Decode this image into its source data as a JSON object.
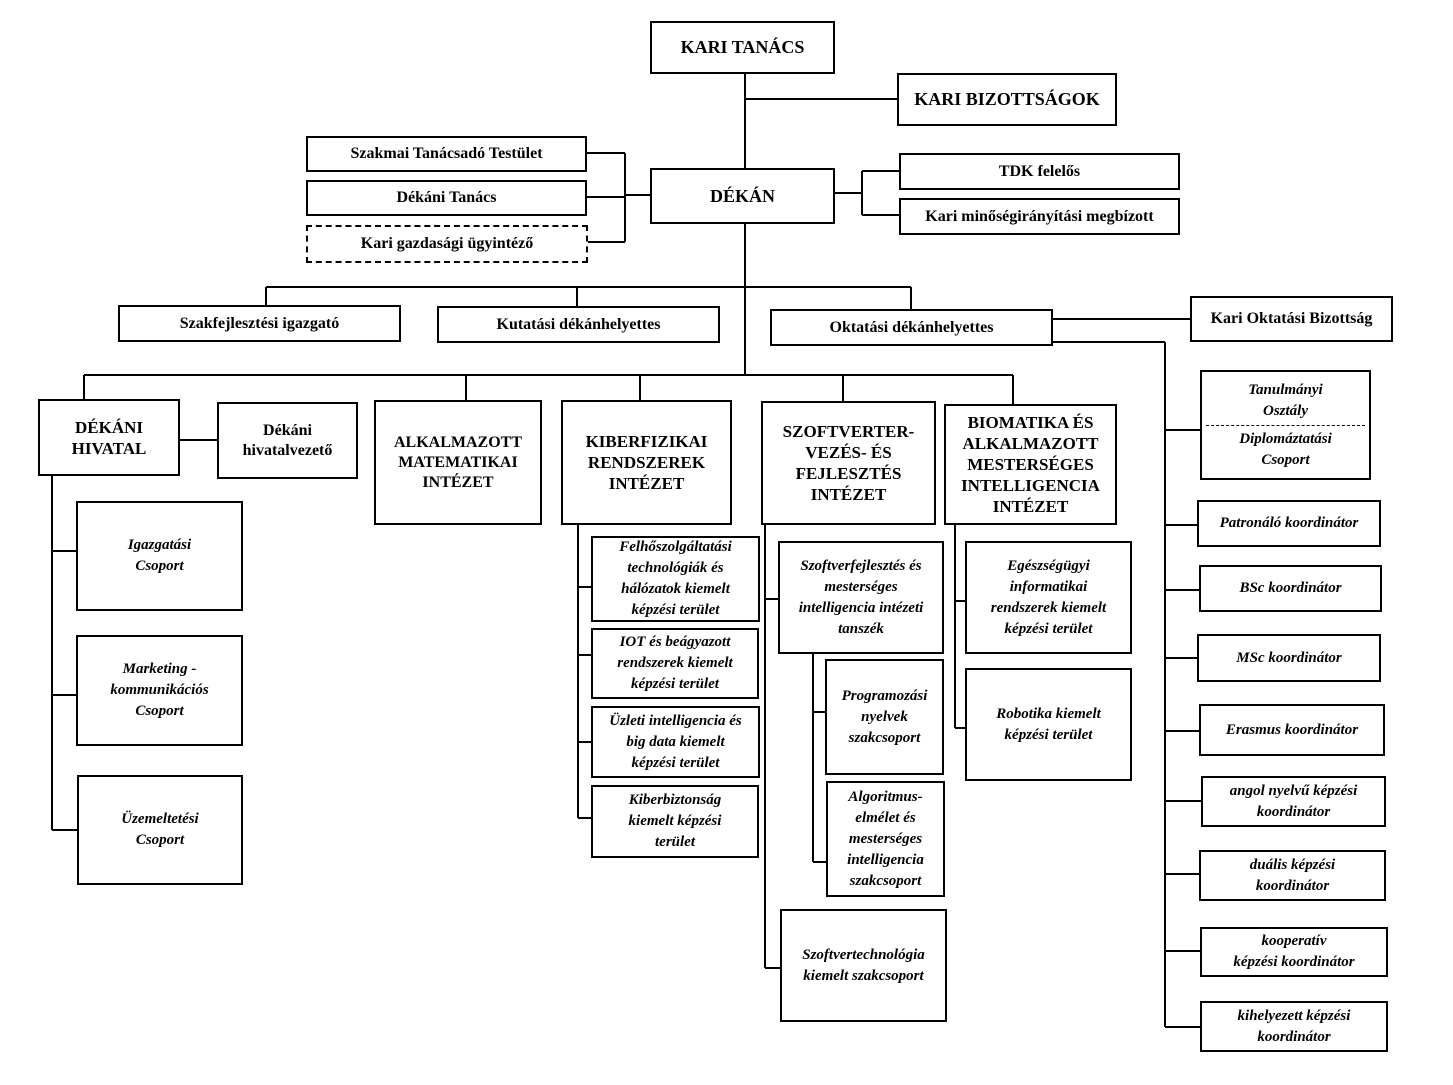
{
  "top": {
    "kari_tanacs": "KARI TANÁCS",
    "kari_bizottsagok": "KARI BIZOTTSÁGOK",
    "dekan": "DÉKÁN",
    "szakmai_tanacsado": "Szakmai Tanácsadó Testület",
    "dekani_tanacs": "Dékáni Tanács",
    "gazdasagi_ugyintezo": "Kari gazdasági ügyintéző",
    "tdk": "TDK felelős",
    "minoseg": "Kari minőségirányítási megbízott"
  },
  "deputies": {
    "szakfejlesztesi": "Szakfejlesztési igazgató",
    "kutatasi": "Kutatási dékánhelyettes",
    "oktatasi": "Oktatási dékánhelyettes",
    "oktatasi_bizottsag": "Kari Oktatási Bizottság"
  },
  "dekani_hivatal": {
    "title": "DÉKÁNI\nHIVATAL",
    "vezeto": "Dékáni\nhivatalvezető",
    "groups": [
      "Igazgatási\nCsoport",
      "Marketing -\nkommunikációs\nCsoport",
      "Üzemeltetési\nCsoport"
    ]
  },
  "institutes": {
    "alkalmazott_matematikai": "ALKALMAZOTT\nMATEMATIKAI\nINTÉZET",
    "kiberfizikai": "KIBERFIZIKAI\nRENDSZEREK\nINTÉZET",
    "szoftver": "SZOFTVERTER-\nVEZÉS- ÉS\nFEJLESZTÉS\nINTÉZET",
    "biomatika": "BIOMATIKA ÉS\nALKALMAZOTT\nMESTERSÉGES\nINTELLIGENCIA\nINTÉZET"
  },
  "kiberfizikai_units": [
    "Felhőszolgáltatási\ntechnológiák és\nhálózatok kiemelt\nképzési terület",
    "IOT és beágyazott\nrendszerek kiemelt\nképzési terület",
    "Üzleti intelligencia és\nbig data kiemelt\nképzési terület",
    "Kiberbiztonság\nkiemelt képzési\nterület"
  ],
  "szoftver_units": {
    "tanszek": "Szoftverfejlesztés és\nmesterséges\nintelligencia intézeti\ntanszék",
    "programozasi": "Programozási\nnyelvek\nszakcsoport",
    "algoritmus": "Algoritmus-\nelmélet és\nmesterséges\nintelligencia\nszakcsoport",
    "technologia": "Szoftvertechnológia\nkiemelt szakcsoport"
  },
  "biomatika_units": [
    "Egészségügyi\ninformatikai\nrendszerek kiemelt\nképzési terület",
    "Robotika kiemelt\nképzési terület"
  ],
  "oktatasi_units": {
    "tanulmanyi": "Tanulmányi\nOsztály",
    "diplomaztatasi": "Diplomáztatási\nCsoport",
    "coordinators": [
      "Patronáló koordinátor",
      "BSc koordinátor",
      "MSc koordinátor",
      "Erasmus koordinátor",
      "angol nyelvű képzési\nkoordinátor",
      "duális képzési\nkoordinátor",
      "kooperatív\nképzési koordinátor",
      "kihelyezett képzési\nkoordinátor"
    ]
  }
}
